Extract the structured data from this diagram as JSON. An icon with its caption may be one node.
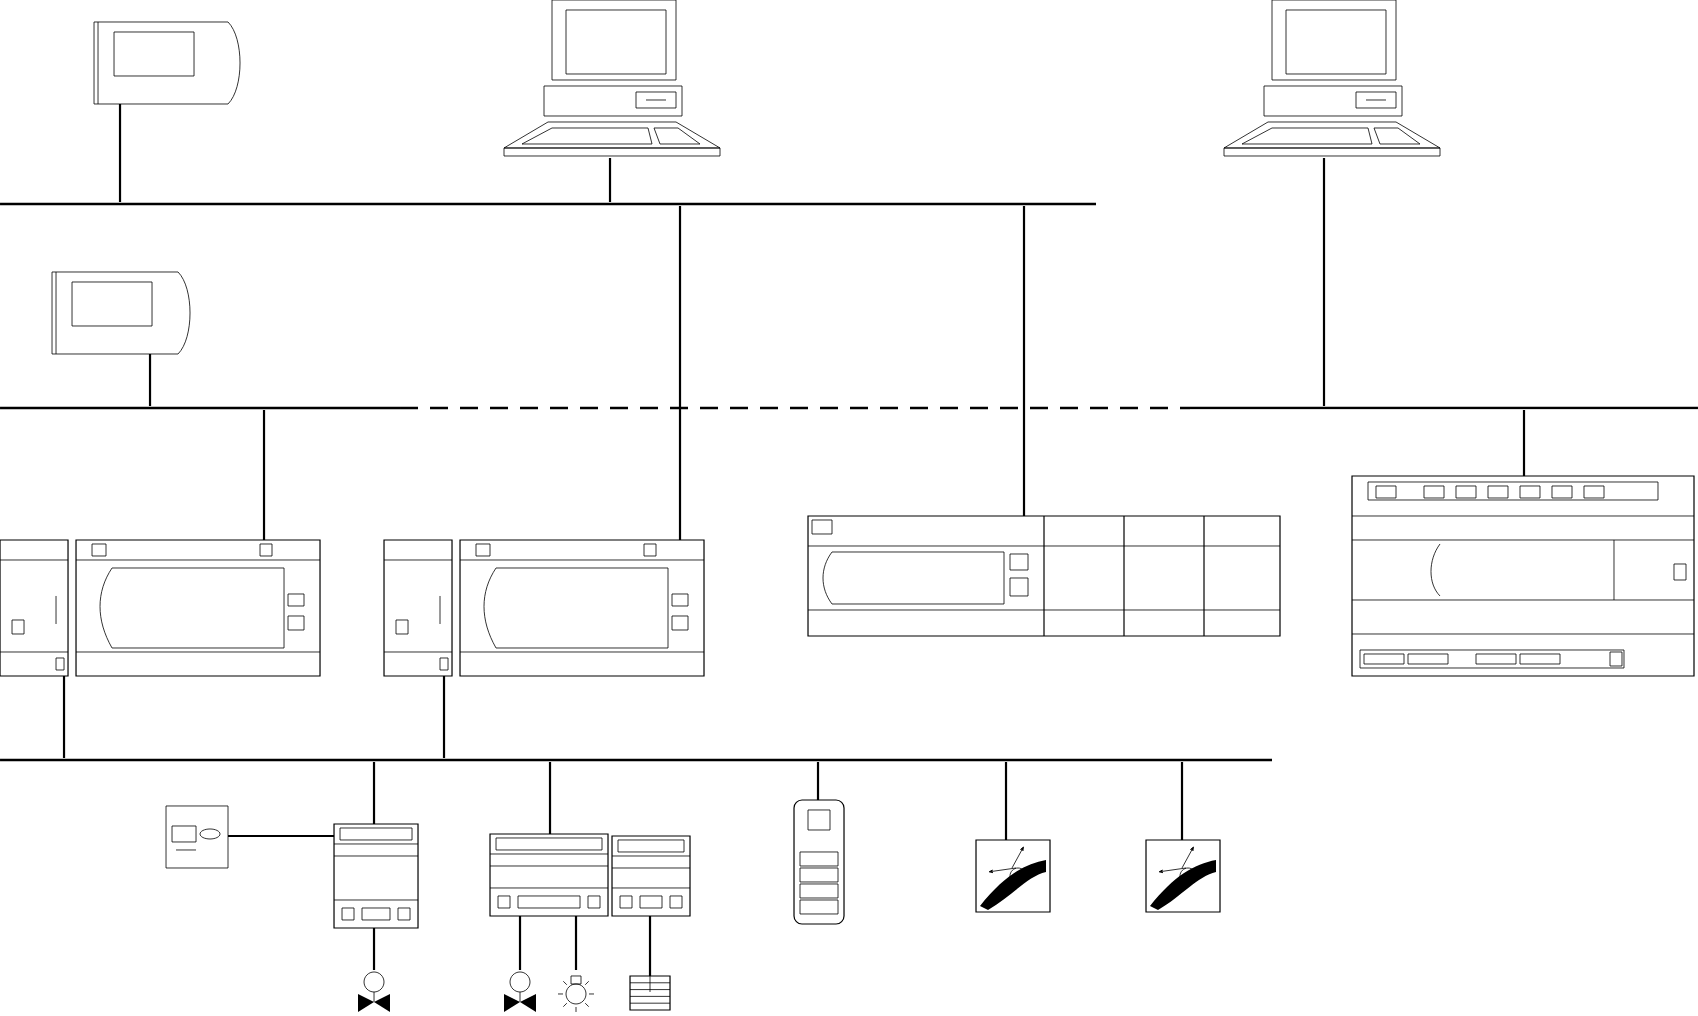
{
  "diagram": {
    "nodes": [
      {
        "text": [],
        "shape": "picture"
      },
      {
        "text": [],
        "shape": "picture"
      },
      {
        "text": [],
        "shape": "picture"
      },
      {
        "text": [],
        "shape": "bar"
      },
      {
        "text": [],
        "shape": "picture"
      },
      {
        "text": [],
        "shape": "bar"
      },
      {
        "text": [],
        "shape": "picture"
      },
      {
        "text": [],
        "shape": "picture"
      },
      {
        "text": [],
        "shape": "picture"
      },
      {
        "text": [],
        "shape": "picture"
      },
      {
        "text": [],
        "shape": "bar"
      },
      {
        "text": [],
        "shape": "picture"
      },
      {
        "text": [],
        "shape": "picture"
      },
      {
        "text": [],
        "shape": "picture"
      },
      {
        "text": [],
        "shape": "picture"
      },
      {
        "text": [],
        "shape": "picture"
      },
      {
        "text": [],
        "shape": "picture"
      },
      {
        "text": [],
        "shape": "picture"
      },
      {
        "text": [],
        "shape": "picture"
      },
      {
        "text": [],
        "shape": "picture"
      },
      {
        "text": [],
        "shape": "picture"
      },
      {
        "text": [],
        "shape": "picture"
      }
    ],
    "edges": [
      {
        "from": 0,
        "to": 3,
        "arrow": "none"
      },
      {
        "from": 1,
        "to": 3,
        "arrow": "none"
      },
      {
        "from": 3,
        "to": 7,
        "arrow": "none"
      },
      {
        "from": 3,
        "to": 8,
        "arrow": "none"
      },
      {
        "from": 4,
        "to": 5,
        "arrow": "none"
      },
      {
        "from": 5,
        "to": 6,
        "arrow": "none"
      },
      {
        "from": 2,
        "to": 5,
        "arrow": "none"
      },
      {
        "from": 5,
        "to": 9,
        "arrow": "none"
      },
      {
        "from": 6,
        "to": 10,
        "arrow": "none"
      },
      {
        "from": 7,
        "to": 10,
        "arrow": "none"
      },
      {
        "from": 10,
        "to": 12,
        "arrow": "none"
      },
      {
        "from": 10,
        "to": 13,
        "arrow": "none"
      },
      {
        "from": 10,
        "to": 15,
        "arrow": "none"
      },
      {
        "from": 10,
        "to": 16,
        "arrow": "none"
      },
      {
        "from": 10,
        "to": 17,
        "arrow": "none"
      },
      {
        "from": 11,
        "to": 12,
        "arrow": "none"
      },
      {
        "from": 12,
        "to": 18,
        "arrow": "none"
      },
      {
        "from": 13,
        "to": 19,
        "arrow": "none"
      },
      {
        "from": 13,
        "to": 20,
        "arrow": "none"
      },
      {
        "from": 14,
        "to": 21,
        "arrow": "none"
      }
    ]
  }
}
